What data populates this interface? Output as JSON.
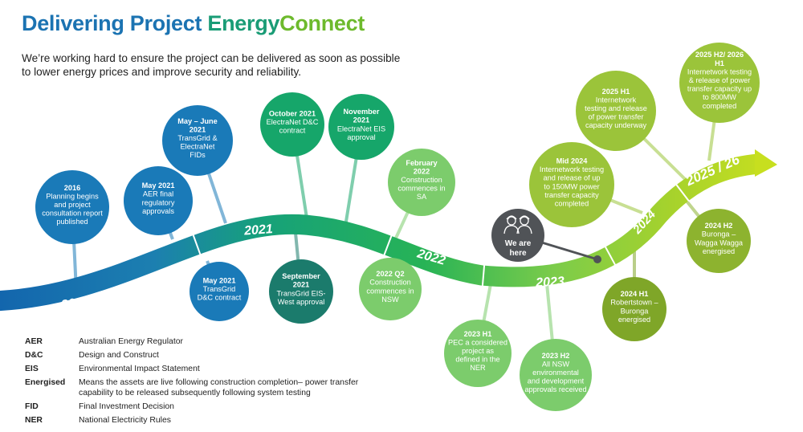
{
  "title": {
    "part1": "Delivering Project ",
    "part2": "Energy",
    "part3": "Connect"
  },
  "subtitle": "We’re working hard to ensure the project can be delivered as soon as possible to lower energy prices and improve security and reliability.",
  "years": [
    "2016 >>>",
    "2021",
    "2022",
    "2023",
    "2024",
    "2025 / 26"
  ],
  "milestones": [
    {
      "id": "2016",
      "head": "2016",
      "lines": [
        "Planning begins",
        "and project",
        "consultation report",
        "published"
      ],
      "color": "#1a7ab8"
    },
    {
      "id": "may-2021-aer",
      "head": "May 2021",
      "lines": [
        "AER final",
        "regulatory",
        "approvals"
      ],
      "color": "#1a7ab8"
    },
    {
      "id": "may-june-2021",
      "head": "May – June 2021",
      "lines": [
        "TransGrid &",
        "ElectraNet",
        "FIDs"
      ],
      "color": "#1a7ab8"
    },
    {
      "id": "may-2021-transgrid",
      "head": "May 2021",
      "lines": [
        "TransGrid",
        "D&C contract"
      ],
      "color": "#1a7ab8"
    },
    {
      "id": "oct-2021",
      "head": "October 2021",
      "lines": [
        "ElectraNet D&C",
        "contract"
      ],
      "color": "#16a66a"
    },
    {
      "id": "sep-2021",
      "head": "September 2021",
      "lines": [
        "TransGrid EIS-",
        "West approval"
      ],
      "color": "#1b7b6c"
    },
    {
      "id": "nov-2021",
      "head": "November 2021",
      "lines": [
        "ElectraNet EIS",
        "approval"
      ],
      "color": "#16a66a"
    },
    {
      "id": "feb-2022",
      "head": "February 2022",
      "lines": [
        "Construction",
        "commences in",
        "SA"
      ],
      "color": "#7ccc6c"
    },
    {
      "id": "2022-q2",
      "head": "2022 Q2",
      "lines": [
        "Construction",
        "commences in",
        "NSW"
      ],
      "color": "#7ccc6c"
    },
    {
      "id": "2023-h1",
      "head": "2023 H1",
      "lines": [
        "PEC a considered",
        "project as",
        "defined in the",
        "NER"
      ],
      "color": "#7ccc6c"
    },
    {
      "id": "2023-h2",
      "head": "2023 H2",
      "lines": [
        "All NSW",
        "environmental",
        "and development",
        "approvals received"
      ],
      "color": "#7ccc6c"
    },
    {
      "id": "mid-2024",
      "head": "Mid 2024",
      "lines": [
        "Internetwork testing",
        "and release of up",
        "to 150MW power",
        "transfer capacity",
        "completed"
      ],
      "color": "#9bc43a"
    },
    {
      "id": "2024-h1",
      "head": "2024 H1",
      "lines": [
        "Robertstown –",
        "Buronga",
        "energised"
      ],
      "color": "#7fa628"
    },
    {
      "id": "2025-h1",
      "head": "2025 H1",
      "lines": [
        "Internetwork",
        "testing and release",
        "of power transfer",
        "capacity underway"
      ],
      "color": "#9bc43a"
    },
    {
      "id": "2024-h2",
      "head": "2024 H2",
      "lines": [
        "Buronga –",
        "Wagga Wagga",
        "energised"
      ],
      "color": "#8db32f"
    },
    {
      "id": "2025-h2",
      "head": "2025 H2/ 2026 H1",
      "lines": [
        "Internetwork testing",
        "& release of power",
        "transfer capacity up",
        "to 800MW",
        "completed"
      ],
      "color": "#9bc43a"
    }
  ],
  "marker": {
    "label_line1": "We are",
    "label_line2": "here",
    "color": "#505357"
  },
  "glossary": [
    {
      "term": "AER",
      "def": "Australian Energy Regulator"
    },
    {
      "term": "D&C",
      "def": "Design and Construct"
    },
    {
      "term": "EIS",
      "def": "Environmental Impact Statement"
    },
    {
      "term": "Energised",
      "def": "Means the assets are live following construction completion– power transfer capability to be released subsequently following system testing"
    },
    {
      "term": "FID",
      "def": "Final Investment Decision"
    },
    {
      "term": "NER",
      "def": "National Electricity Rules"
    }
  ]
}
